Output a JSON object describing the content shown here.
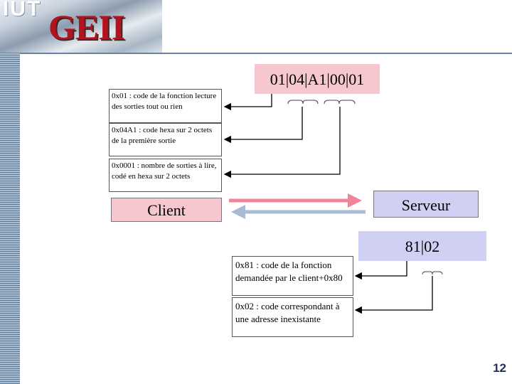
{
  "logo": {
    "iut": "IUT",
    "geii": "GEII"
  },
  "request_frame": "01|04|A1|00|01",
  "response_frame": "81|02",
  "client_label": "Client",
  "server_label": "Serveur",
  "notes": {
    "function_code": "0x01 : code de la fonction lecture des sorties tout ou rien",
    "address": "0x04A1 : code hexa sur 2 octets de la première sortie",
    "count": "0x0001 : nombre de sorties à lire, codé en hexa sur 2 octets",
    "error_function": "0x81 : code de la fonction demandée par le client+0x80",
    "error_code": "0x02 : code correspondant à une adresse inexistante"
  },
  "page_number": "12",
  "colors": {
    "client_arrow": "#f0859a",
    "server_arrow": "#a9bad3",
    "request_bg": "#f7c7cf",
    "response_bg": "#d0d0f4"
  }
}
